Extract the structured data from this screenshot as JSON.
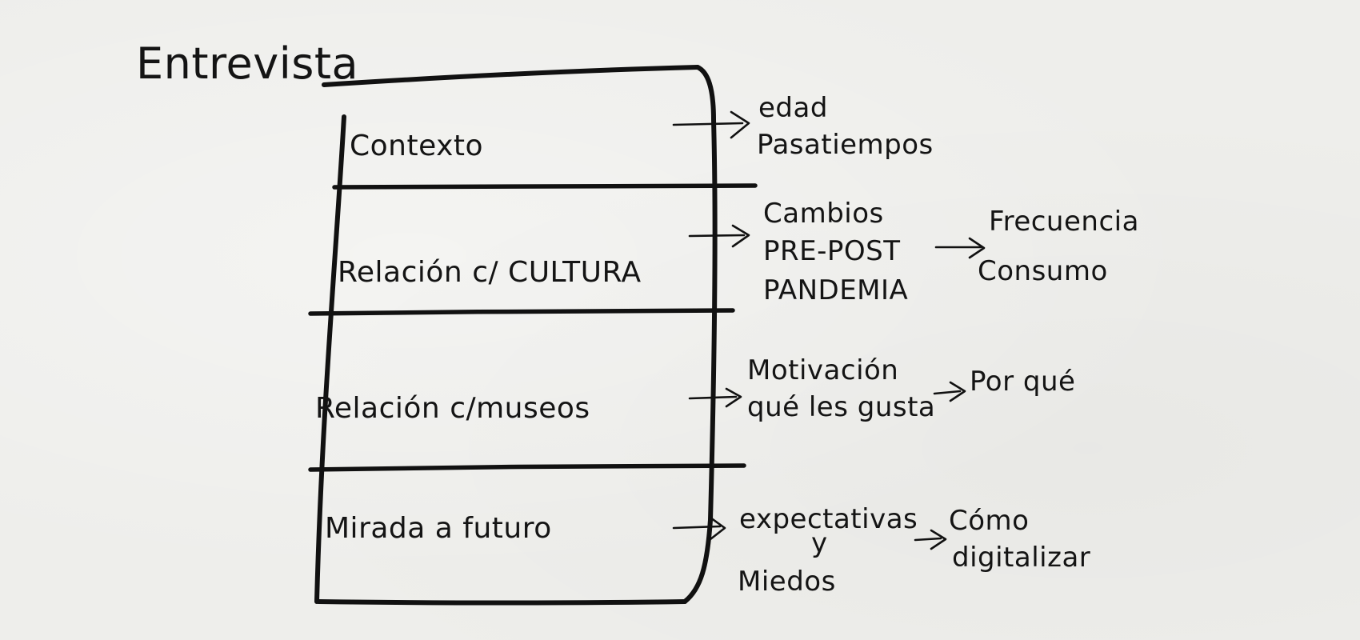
{
  "title": "Entrevista",
  "sections": [
    {
      "label": "Contexto",
      "details": [
        "edad",
        "Pasatiempos"
      ],
      "follow_up": []
    },
    {
      "label": "Relación c/ CULTURA",
      "details": [
        "Cambios",
        "PRE-POST",
        "PANDEMIA"
      ],
      "follow_up": [
        "Frecuencia",
        "Consumo"
      ]
    },
    {
      "label": "Relación c/museos",
      "details": [
        "Motivación",
        "qué les gusta"
      ],
      "follow_up": [
        "Por qué"
      ]
    },
    {
      "label": "Mirada a futuro",
      "details": [
        "expectativas",
        "y",
        "Miedos"
      ],
      "follow_up": [
        "Cómo",
        "digitalizar"
      ]
    }
  ],
  "colors": {
    "ink": "#111111",
    "paper": "#eeeeeb"
  }
}
